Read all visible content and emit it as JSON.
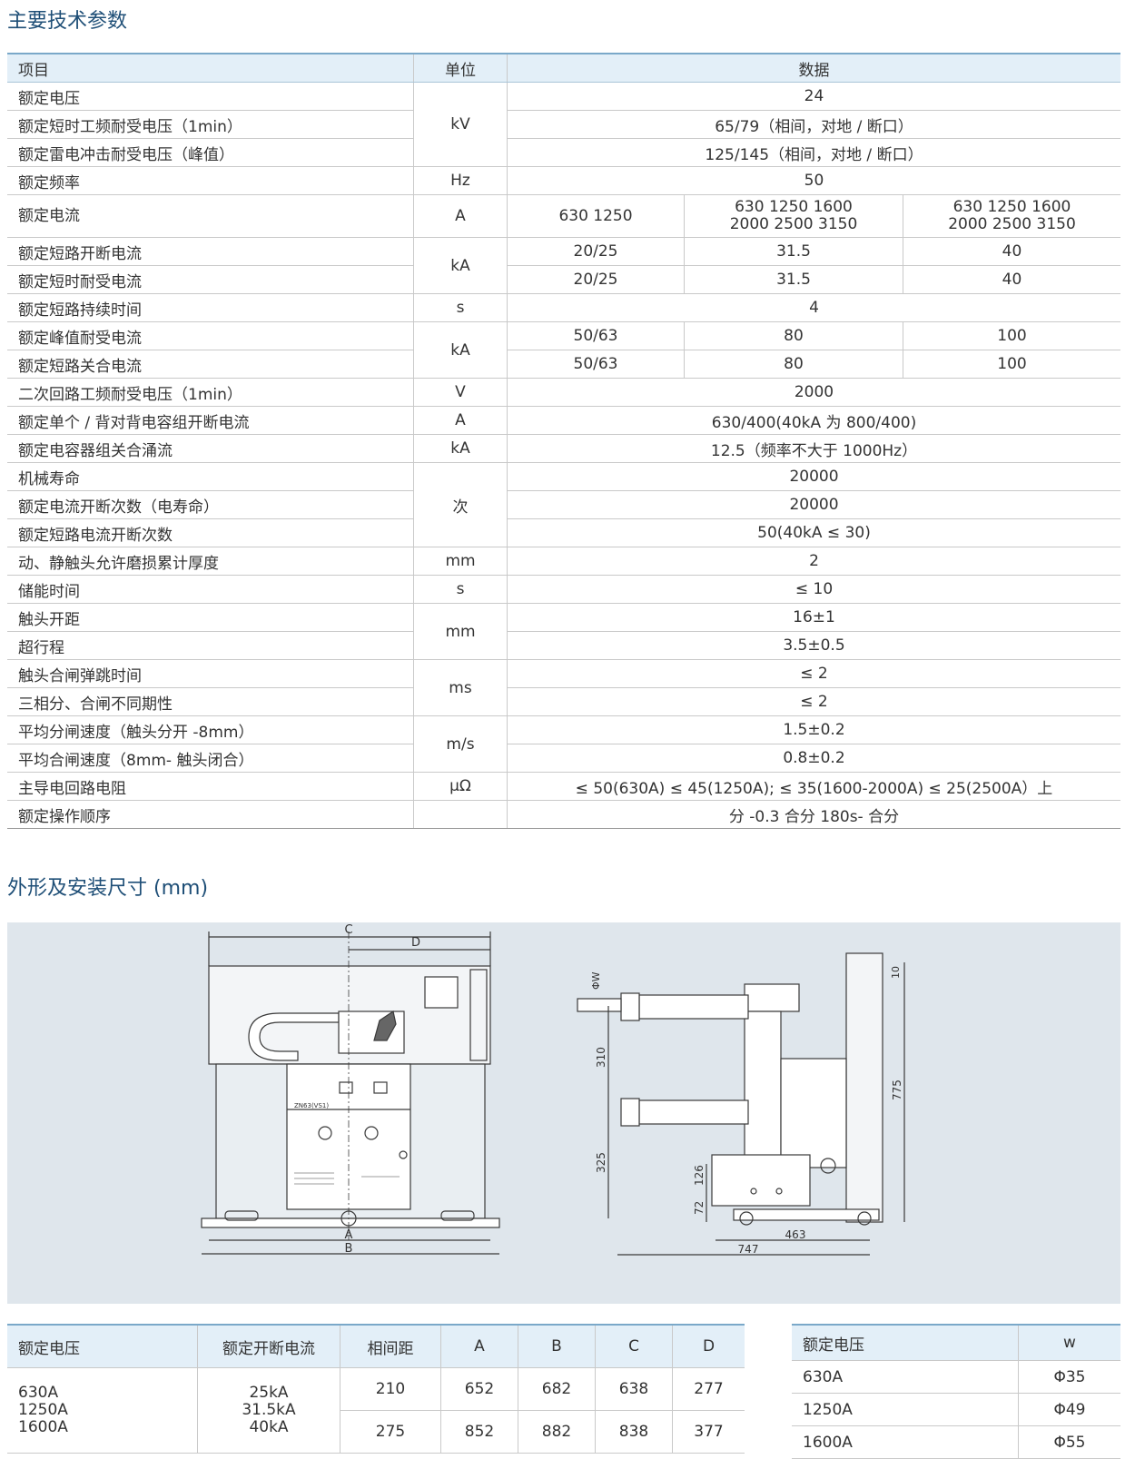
{
  "section1": "主要技术参数",
  "section2": "外形及安装尺寸 (mm)",
  "spec": {
    "headers": [
      "项目",
      "单位",
      "数据"
    ],
    "rows": {
      "r1": {
        "item": "额定电压",
        "unit": "kV",
        "v": "24"
      },
      "r2": {
        "item": "额定短时工频耐受电压（1min）",
        "v": "65/79（相间，对地 / 断口）"
      },
      "r3": {
        "item": "额定雷电冲击耐受电压（峰值）",
        "v": "125/145（相间，对地 / 断口）"
      },
      "r4": {
        "item": "额定频率",
        "unit": "Hz",
        "v": "50"
      },
      "r5": {
        "item": "额定电流",
        "unit": "A",
        "v1": "630 1250",
        "v2a": "630 1250 1600",
        "v2b": "2000 2500 3150",
        "v3a": "630 1250 1600",
        "v3b": "2000 2500 3150"
      },
      "r6": {
        "item": "额定短路开断电流",
        "unit": "kA",
        "v1": "20/25",
        "v2": "31.5",
        "v3": "40"
      },
      "r7": {
        "item": "额定短时耐受电流",
        "v1": "20/25",
        "v2": "31.5",
        "v3": "40"
      },
      "r8": {
        "item": "额定短路持续时间",
        "unit": "s",
        "v": "4"
      },
      "r9": {
        "item": "额定峰值耐受电流",
        "unit": "kA",
        "v1": "50/63",
        "v2": "80",
        "v3": "100"
      },
      "r10": {
        "item": "额定短路关合电流",
        "v1": "50/63",
        "v2": "80",
        "v3": "100"
      },
      "r11": {
        "item": "二次回路工频耐受电压（1min）",
        "unit": "V",
        "v": "2000"
      },
      "r12": {
        "item": "额定单个 / 背对背电容组开断电流",
        "unit": "A",
        "v": "630/400(40kA 为 800/400)"
      },
      "r13": {
        "item": "额定电容器组关合涌流",
        "unit": "kA",
        "v": "12.5（频率不大于 1000Hz）"
      },
      "r14": {
        "item": "机械寿命",
        "unit": "次",
        "v": "20000"
      },
      "r15": {
        "item": "额定电流开断次数（电寿命）",
        "v": "20000"
      },
      "r16": {
        "item": "额定短路电流开断次数",
        "v": "50(40kA ≤ 30)"
      },
      "r17": {
        "item": "动、静触头允许磨损累计厚度",
        "unit": "mm",
        "v": "2"
      },
      "r18": {
        "item": "储能时间",
        "unit": "s",
        "v": "≤ 10"
      },
      "r19": {
        "item": "触头开距",
        "unit": "mm",
        "v": "16±1"
      },
      "r20": {
        "item": "超行程",
        "v": "3.5±0.5"
      },
      "r21": {
        "item": "触头合闸弹跳时间",
        "unit": "ms",
        "v": "≤ 2"
      },
      "r22": {
        "item": "三相分、合闸不同期性",
        "v": "≤ 2"
      },
      "r23": {
        "item": "平均分闸速度（触头分开 -8mm）",
        "unit": "m/s",
        "v": "1.5±0.2"
      },
      "r24": {
        "item": "平均合闸速度（8mm- 触头闭合）",
        "v": "0.8±0.2"
      },
      "r25": {
        "item": "主导电回路电阻",
        "unit": "μΩ",
        "v": "≤ 50(630A) ≤ 45(1250A); ≤ 35(1600-2000A) ≤ 25(2500A）上"
      },
      "r26": {
        "item": "额定操作顺序",
        "unit": "",
        "v": "分 -0.3 合分 180s- 合分"
      }
    }
  },
  "drawing": {
    "front": {
      "A": "A",
      "B": "B",
      "C": "C",
      "D": "D",
      "plate": "ZN63(VS1)"
    },
    "side": {
      "w": "ΦW",
      "d10": "10",
      "d310": "310",
      "d325": "325",
      "d126": "126",
      "d72": "72",
      "d775": "775",
      "d463": "463",
      "d747": "747"
    }
  },
  "dims": {
    "headers": [
      "额定电压",
      "额定开断电流",
      "相间距",
      "A",
      "B",
      "C",
      "D"
    ],
    "col1": [
      "630A",
      "1250A",
      "1600A"
    ],
    "col2": [
      "25kA",
      "31.5kA",
      "40kA"
    ],
    "row1": [
      "210",
      "652",
      "682",
      "638",
      "277"
    ],
    "row2": [
      "275",
      "852",
      "882",
      "838",
      "377"
    ]
  },
  "wtable": {
    "headers": [
      "额定电压",
      "w"
    ],
    "rows": [
      [
        "630A",
        "Φ35"
      ],
      [
        "1250A",
        "Φ49"
      ],
      [
        "1600A",
        "Φ55"
      ]
    ]
  },
  "colors": {
    "accent": "#1f4f77",
    "header_bg": "#e3eff8",
    "drawing_bg": "#dfe6ec"
  }
}
